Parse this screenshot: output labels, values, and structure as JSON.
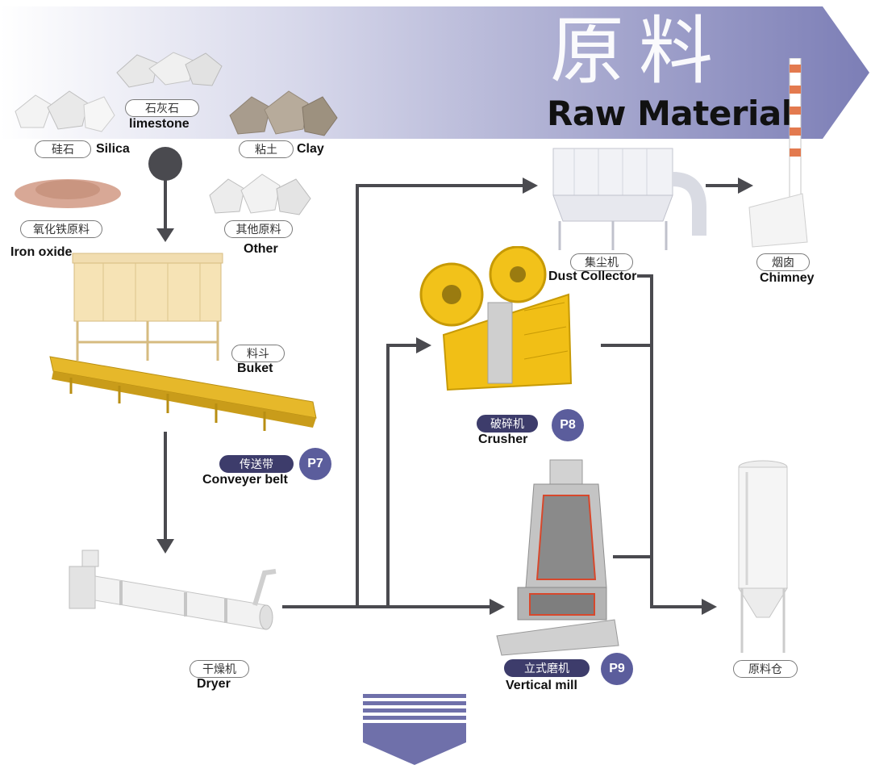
{
  "title": {
    "cn": "原料",
    "en": "Raw Material"
  },
  "materials": {
    "limestone": {
      "cn": "石灰石",
      "en": "limestone"
    },
    "silica": {
      "cn": "硅石",
      "en": "Silica"
    },
    "clay": {
      "cn": "粘土",
      "en": "Clay"
    },
    "iron_oxide": {
      "cn": "氧化铁原料",
      "en": "Iron oxide"
    },
    "other": {
      "cn": "其他原料",
      "en": "Other"
    }
  },
  "equipment": {
    "buket": {
      "cn": "料斗",
      "en": "Buket"
    },
    "conveyer": {
      "cn": "传送带",
      "en": "Conveyer belt",
      "page": "P7"
    },
    "dryer": {
      "cn": "干燥机",
      "en": "Dryer"
    },
    "crusher": {
      "cn": "破碎机",
      "en": "Crusher",
      "page": "P8"
    },
    "mill": {
      "cn": "立式磨机",
      "en": "Vertical mill",
      "page": "P9"
    },
    "dust": {
      "cn": "集尘机",
      "en": "Dust Collector"
    },
    "chimney": {
      "cn": "烟囱",
      "en": "Chimney"
    },
    "silo": {
      "cn": "原料仓"
    }
  },
  "colors": {
    "arrow": "#4a4a4f",
    "banner_start": "#ffffff",
    "banner_end": "#7c7eb6",
    "badge": "#5b5d9c",
    "pill_dark": "#3d3c6b"
  }
}
